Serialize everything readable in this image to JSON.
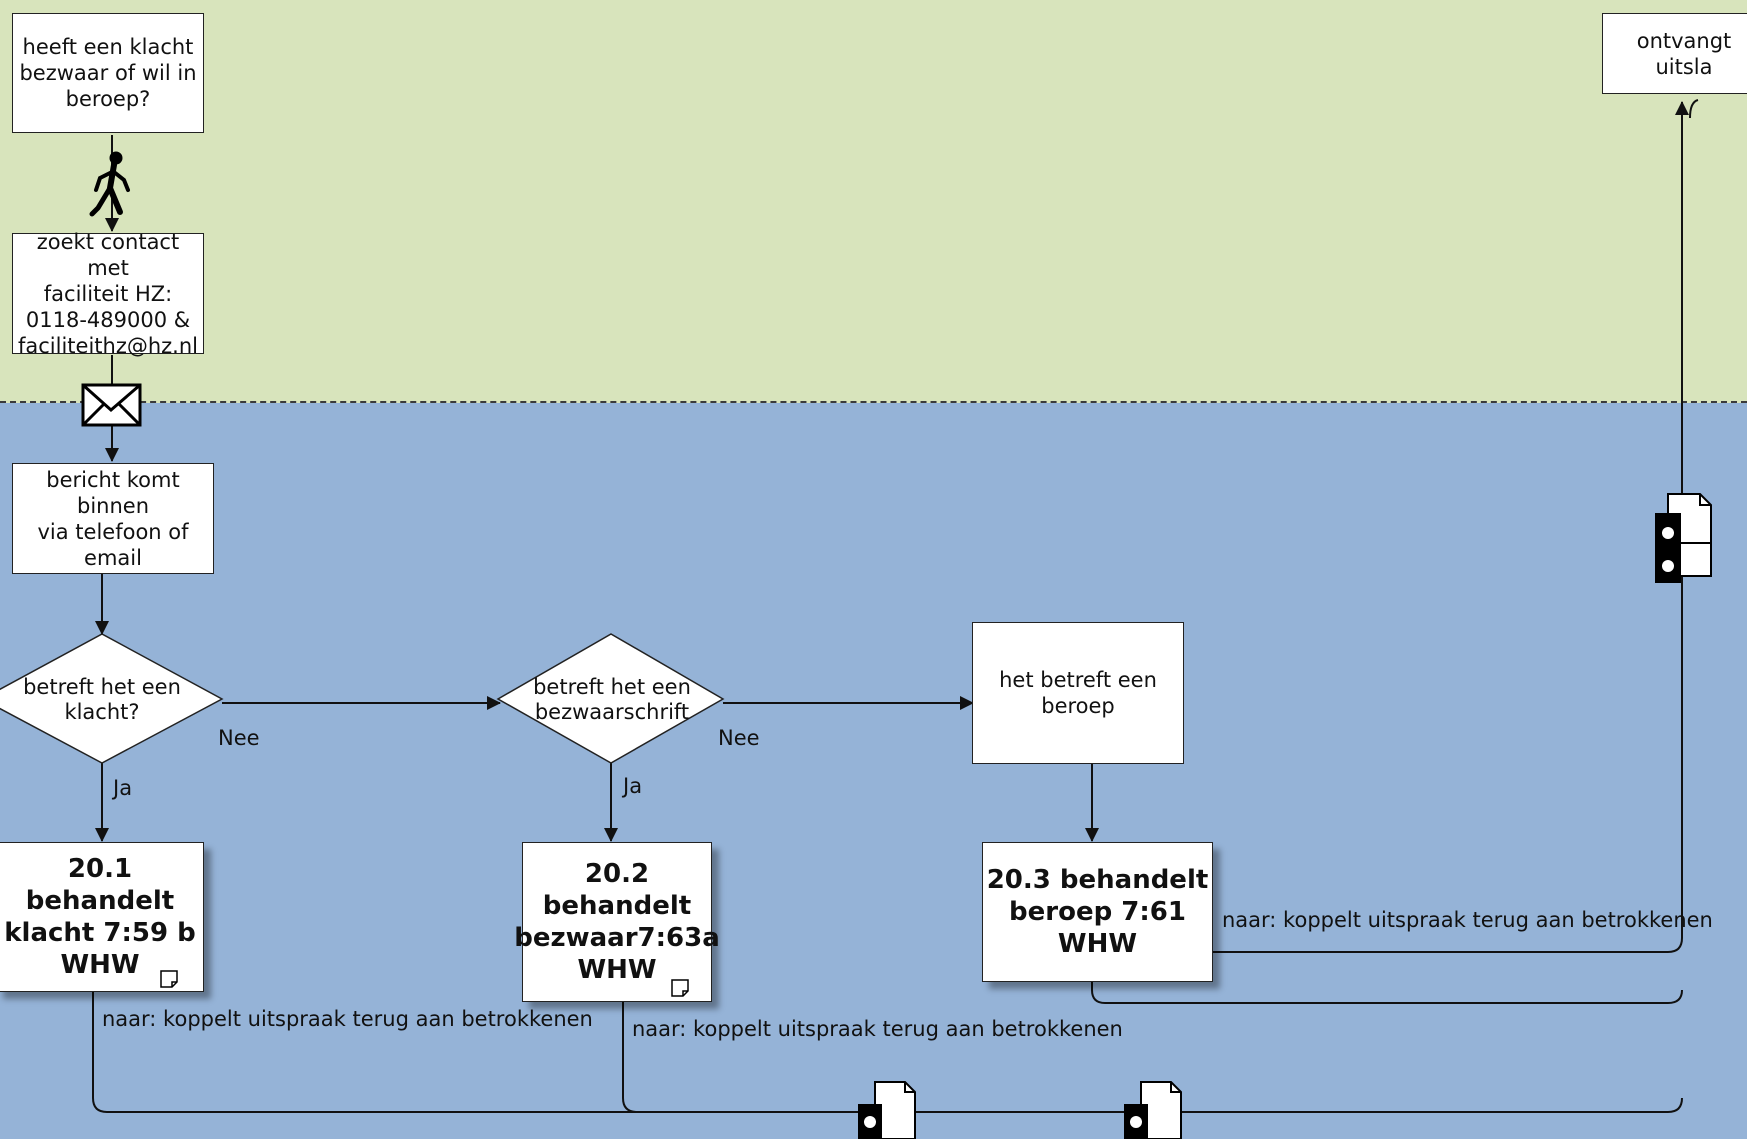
{
  "lanes": {
    "top": "",
    "bottom": ""
  },
  "boxes": {
    "klacht_vraag": "heeft een klacht\nbezwaar of wil in\nberoep?",
    "contact": "zoekt contact met\nfaciliteit HZ:\n0118-489000 &\nfaciliteithz@hz.nl",
    "bericht": "bericht komt binnen\nvia telefoon of email",
    "beroep": "het betreft een\nberoep",
    "ontvangt": "ontvangt uitsla"
  },
  "decisions": {
    "klacht": "betreft het een\nklacht?",
    "bezwaar": "betreft het een\nbezwaarschrift"
  },
  "subprocesses": {
    "s201": "20.1 behandelt\nklacht 7:59 b\nWHW",
    "s202": "20.2\nbehandelt\nbezwaar7:63a\nWHW",
    "s203": "20.3 behandelt\nberoep 7:61\nWHW"
  },
  "labels": {
    "nee1": "Nee",
    "nee2": "Nee",
    "ja1": "Ja",
    "ja2": "Ja",
    "naar1": "naar: koppelt uitspraak terug aan betrokkenen",
    "naar2": "naar: koppelt uitspraak terug aan betrokkenen",
    "naar3": "naar: koppelt uitspraak terug aan betrokkenen"
  },
  "icons": [
    "running-person-icon",
    "envelope-icon",
    "document-database-icon",
    "note-icon"
  ]
}
